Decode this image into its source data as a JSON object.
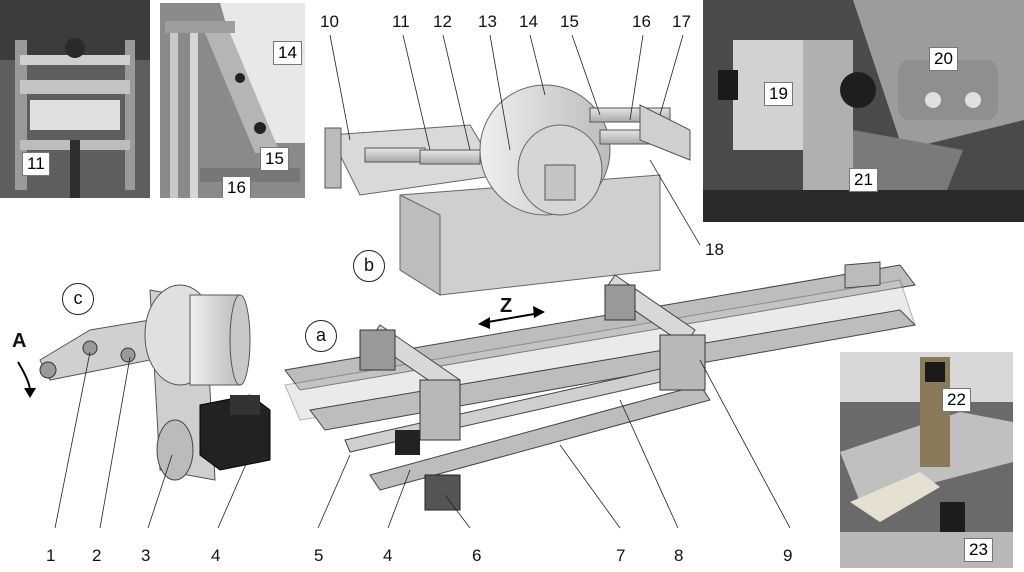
{
  "labels": {
    "parts": [
      "1",
      "2",
      "3",
      "4",
      "4",
      "5",
      "6",
      "7",
      "8",
      "9",
      "10",
      "11",
      "12",
      "13",
      "14",
      "15",
      "16",
      "17",
      "18"
    ],
    "photo1": [
      "11"
    ],
    "photo2": [
      "14",
      "15",
      "16"
    ],
    "photo3": [
      "19",
      "20",
      "21"
    ],
    "photo4": [
      "22",
      "23"
    ]
  },
  "views": {
    "a": "a",
    "b": "b",
    "c": "c"
  },
  "axes": {
    "z": "Z",
    "rotation": "A"
  },
  "colors": {
    "metal": "#c9c9c9",
    "dark": "#1f1f1f",
    "photo_bg": "#6d6d6d"
  }
}
